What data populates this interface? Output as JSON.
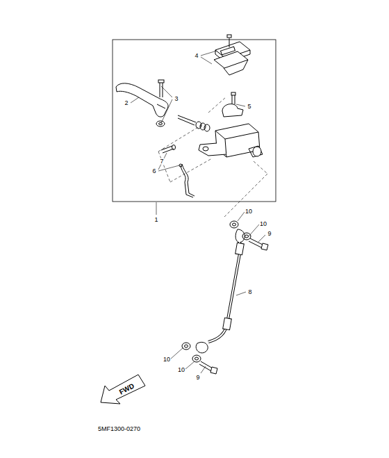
{
  "diagram": {
    "nodes": [
      {
        "text": [
          "FWD"
        ]
      }
    ],
    "labels": [
      "4",
      "3",
      "2",
      "5",
      "7",
      "6",
      "1",
      "10",
      "10",
      "9",
      "8",
      "10",
      "10",
      "9",
      "5MF1300-0270"
    ]
  }
}
